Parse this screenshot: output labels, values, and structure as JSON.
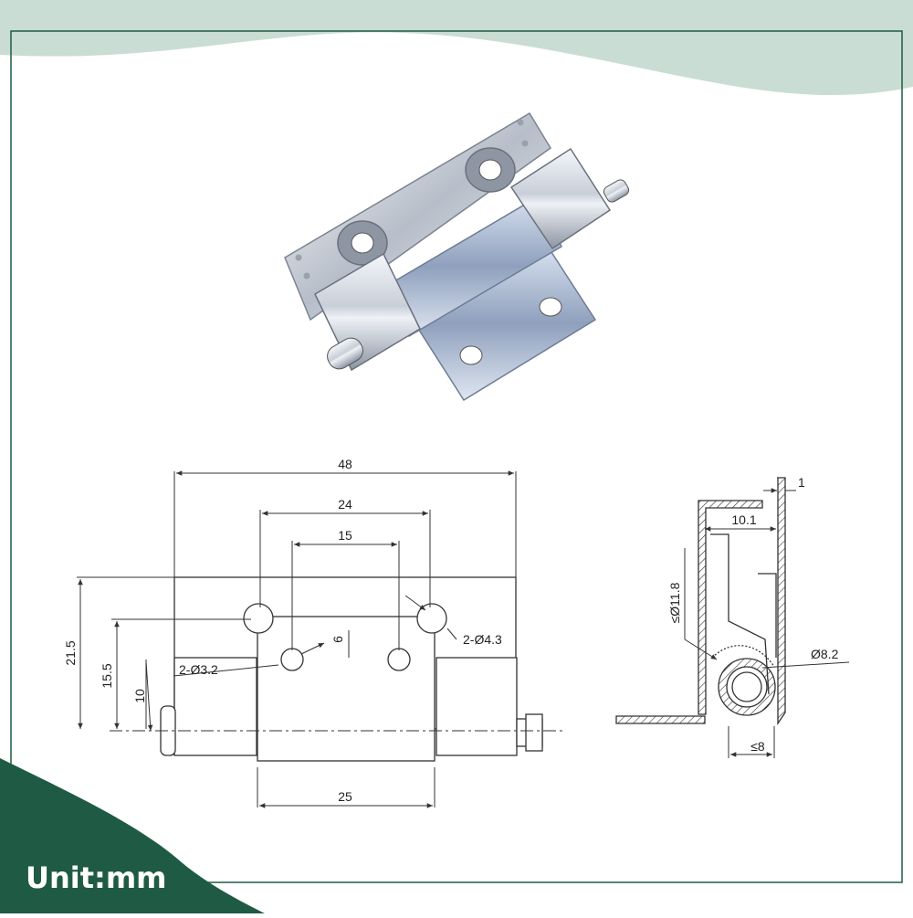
{
  "colors": {
    "background": "#ffffff",
    "top_wave": "#c9ddd4",
    "corner": "#1f5b44",
    "frame": "#1f5b44",
    "line": "#333333"
  },
  "unit_label": "Unit:mm",
  "product_photo": {
    "icon": "hinge-photo",
    "finish": "chrome"
  },
  "front_view": {
    "dimensions": {
      "overall_width": "48",
      "hole_spacing_outer": "24",
      "hole_spacing_inner": "15",
      "knuckle_width": "25",
      "overall_height": "21.5",
      "height_mid": "15.5",
      "height_low": "10",
      "hole_offset": "6",
      "small_holes": "2-Ø3.2",
      "large_holes": "2-Ø4.3"
    }
  },
  "side_view": {
    "dimensions": {
      "thickness": "1",
      "leaf_depth": "10.1",
      "knuckle_outer": "≤Ø11.8",
      "pin_diameter": "Ø8.2",
      "base_width": "≤8"
    }
  }
}
